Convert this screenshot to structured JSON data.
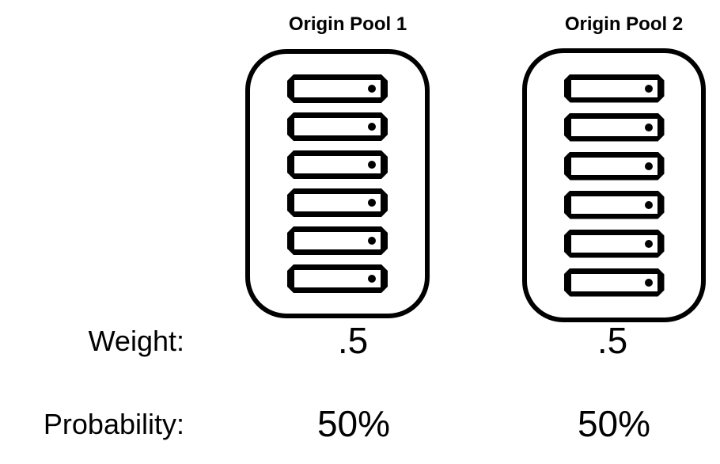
{
  "diagram": {
    "type": "load-balancing-origin-pools",
    "colors": {
      "ink": "#000000",
      "paper": "#ffffff"
    },
    "labels": {
      "weight": "Weight:",
      "probability": "Probability:"
    },
    "pools": [
      {
        "title": "Origin Pool 1",
        "server_count": 6,
        "weight": ".5",
        "probability": "50%"
      },
      {
        "title": "Origin Pool 2",
        "server_count": 6,
        "weight": ".5",
        "probability": "50%"
      }
    ]
  }
}
